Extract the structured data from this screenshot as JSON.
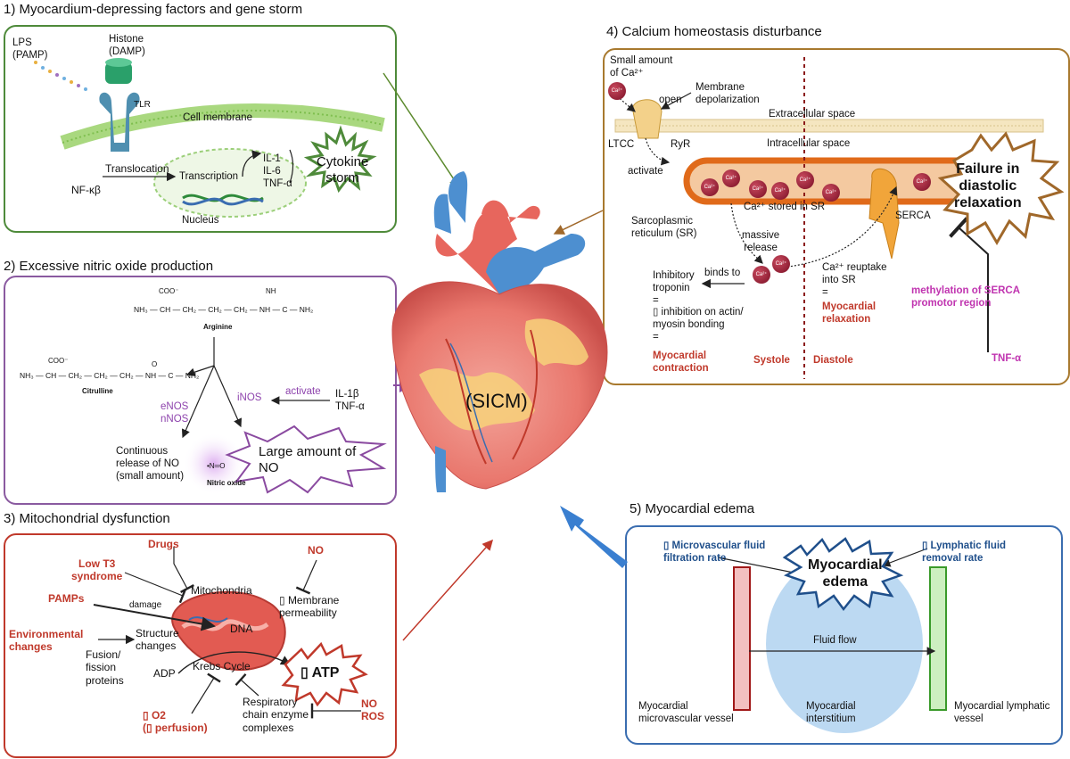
{
  "panel1": {
    "title": "1) Myocardium-depressing factors and gene storm",
    "lps": "LPS\n(PAMP)",
    "histone": "Histone\n(DAMP)",
    "tlr": "TLR",
    "cell_membrane": "Cell membrane",
    "nfkb": "NF-κβ",
    "translocation": "Translocation",
    "transcription": "Transcription",
    "nucleus": "Nucleus",
    "il1": "IL-1",
    "il6": "IL-6",
    "tnfa": "TNF-α",
    "cytokine_storm": "Cytokine\nstorm"
  },
  "panel2": {
    "title": "2) Excessive nitric oxide production",
    "arginine": "Arginine",
    "citrulline": "Citrulline",
    "arg_formula": "NH₃ — CH — CH₂ — CH₂ — CH₂ — NH — C — NH₂",
    "cit_formula": "NH₃ — CH — CH₂ — CH₂ — CH₂ — NH — C — NH₂",
    "coo": "COO⁻",
    "nh": "NH",
    "o": "O",
    "inos": "iNOS",
    "activate": "activate",
    "il1b": "IL-1β",
    "tnfa": "TNF-α",
    "enos": "eNOS",
    "nnos": "nNOS",
    "continuous": "Continuous\nrelease of NO\n(small amount)",
    "no_formula": "•N═O",
    "nitric_oxide": "Nitric oxide",
    "large_amount": "Large amount of\nNO"
  },
  "panel3": {
    "title": "3) Mitochondrial dysfunction",
    "drugs": "Drugs",
    "low_t3": "Low T3\nsyndrome",
    "pamps": "PAMPs",
    "env": "Environmental\nchanges",
    "no": "NO",
    "mitochondria": "Mitochondria",
    "damage": "damage",
    "dna": "DNA",
    "membrane": "▯ Membrane\npermeability",
    "structure": "Structure\nchanges",
    "fusion": "Fusion/\nfission\nproteins",
    "adp": "ADP",
    "krebs": "Krebs Cycle",
    "atp": "▯ ATP",
    "o2": "▯ O2\n(▯ perfusion)",
    "respiratory": "Respiratory\nchain enzyme\ncomplexes",
    "no_ros": "NO\nROS"
  },
  "panel4": {
    "title": "4) Calcium homeostasis disturbance",
    "small_ca": "Small amount\nof Ca²⁺",
    "open": "open",
    "membrane_depol": "Membrane\ndepolarization",
    "extracellular": "Extracellular space",
    "intracellular": "Intracellular space",
    "ltcc": "LTCC",
    "ryr": "RyR",
    "activate": "activate",
    "sr": "Sarcoplasmic\nreticulum (SR)",
    "ca_stored": "Ca²⁺ stored in SR",
    "massive": "massive\nrelease",
    "binds": "binds to",
    "inhibitory": "Inhibitory\ntroponin\n=\n▯ inhibition on actin/\nmyosin bonding\n=",
    "myo_contraction": "Myocardial\ncontraction",
    "systole": "Systole",
    "diastole": "Diastole",
    "reuptake": "Ca²⁺ reuptake\ninto SR\n=",
    "myo_relaxation": "Myocardial\nrelaxation",
    "serca": "SERCA",
    "methylation": "methylation of SERCA\npromotor region",
    "tnfa": "TNF-α",
    "failure": "Failure in\ndiastolic\nrelaxation",
    "ca_label": "Ca²⁺"
  },
  "panel5": {
    "title": "5) Myocardial edema",
    "micro_rate": "▯ Microvascular fluid\nfiltration rate",
    "lymph_rate": "▯ Lymphatic fluid\nremoval rate",
    "edema": "Myocardial\nedema",
    "fluid_flow": "Fluid flow",
    "micro_vessel": "Myocardial\nmicrovascular vessel",
    "interstitium": "Myocardial\ninterstitium",
    "lymph_vessel": "Myocardial lymphatic\nvessel"
  },
  "center": {
    "sicm": "(SICM)"
  },
  "colors": {
    "panel1": "#4e8a3a",
    "panel2": "#8a5aa0",
    "panel3": "#c0392b",
    "panel4": "#a8792e",
    "panel5": "#3a6db0"
  }
}
